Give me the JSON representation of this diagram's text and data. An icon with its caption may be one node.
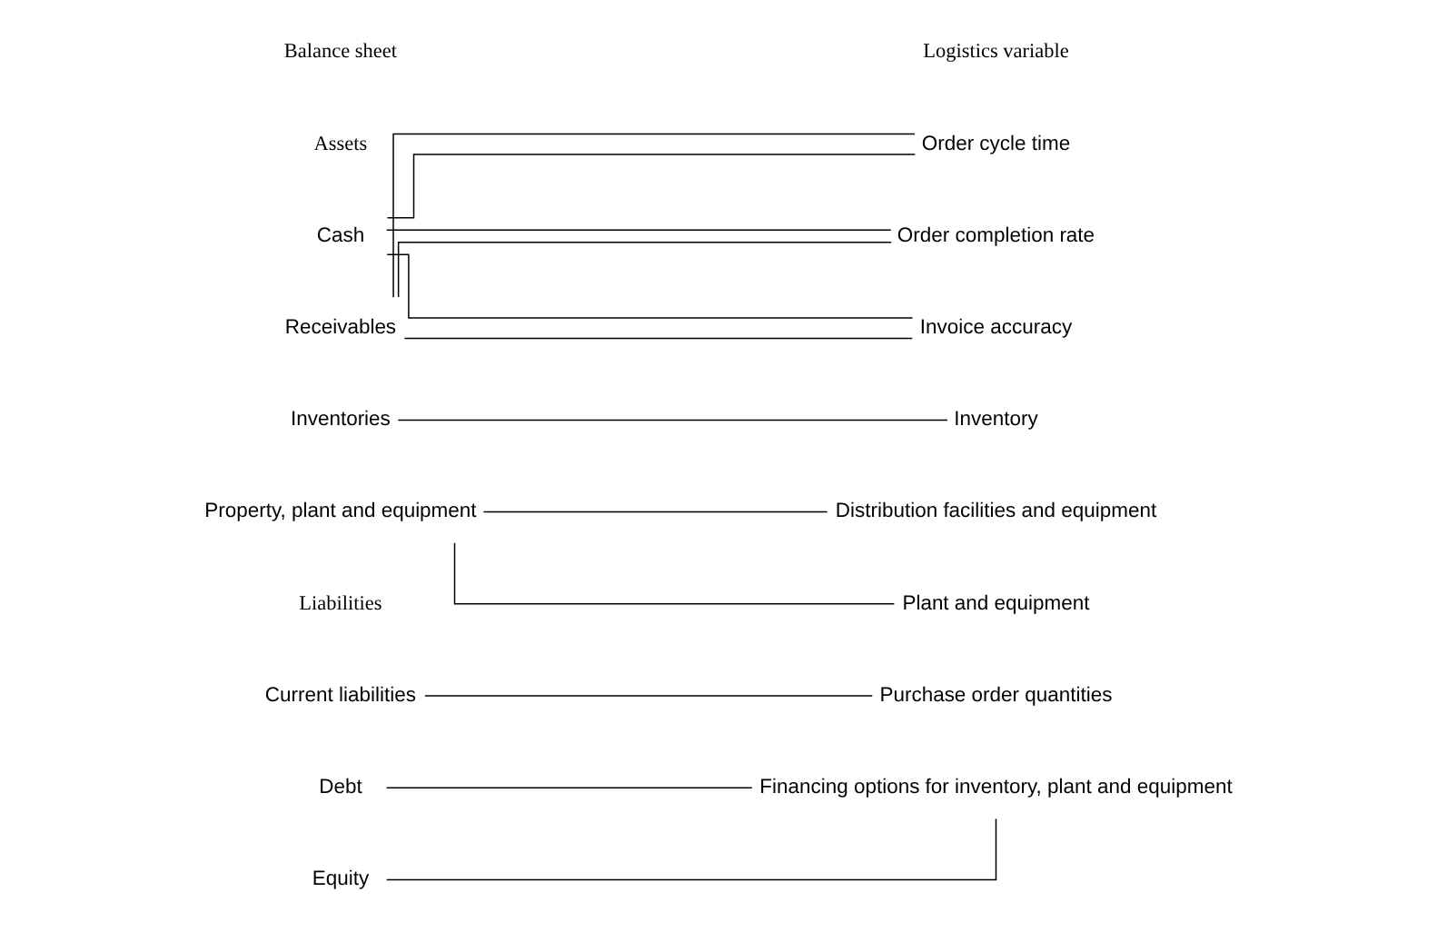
{
  "diagram": {
    "nodes": [
      {
        "text": [
          "Cash"
        ]
      },
      {
        "text": [
          "Receivables"
        ]
      },
      {
        "text": [
          "Inventories"
        ]
      },
      {
        "text": [
          "Property, plant and equipment"
        ]
      },
      {
        "text": [
          "Current liabilities"
        ]
      },
      {
        "text": [
          "Debt"
        ]
      },
      {
        "text": [
          "Equity"
        ]
      },
      {
        "text": [
          "Order cycle time"
        ]
      },
      {
        "text": [
          "Order completion rate"
        ]
      },
      {
        "text": [
          "Invoice accuracy"
        ]
      },
      {
        "text": [
          "Inventory"
        ]
      },
      {
        "text": [
          "Distribution facilities and equipment"
        ]
      },
      {
        "text": [
          "Plant and equipment"
        ]
      },
      {
        "text": [
          "Purchase order quantities"
        ]
      },
      {
        "text": [
          "Financing options for inventory, plant and equipment"
        ]
      }
    ],
    "edges": [
      {
        "from": 0,
        "to": 7,
        "arrow": "none"
      },
      {
        "from": 0,
        "to": 8,
        "arrow": "none"
      },
      {
        "from": 0,
        "to": 9,
        "arrow": "none"
      },
      {
        "from": 1,
        "to": 7,
        "arrow": "none"
      },
      {
        "from": 1,
        "to": 8,
        "arrow": "none"
      },
      {
        "from": 1,
        "to": 9,
        "arrow": "none"
      },
      {
        "from": 2,
        "to": 10,
        "arrow": "none"
      },
      {
        "from": 3,
        "to": 11,
        "arrow": "none"
      },
      {
        "from": 3,
        "to": 12,
        "arrow": "none"
      },
      {
        "from": 4,
        "to": 13,
        "arrow": "none"
      },
      {
        "from": 5,
        "to": 14,
        "arrow": "none"
      },
      {
        "from": 6,
        "to": 14,
        "arrow": "none"
      }
    ],
    "labels": [
      "Balance sheet",
      "Logistics variable",
      "Assets",
      "Liabilities"
    ]
  }
}
